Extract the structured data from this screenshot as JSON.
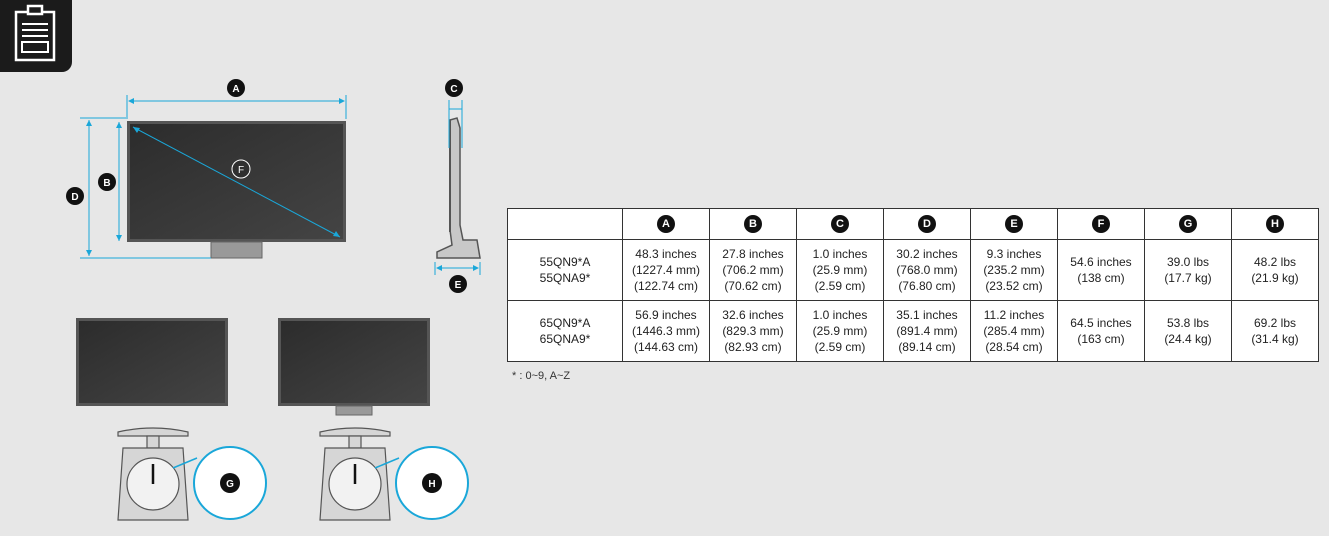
{
  "diagram": {
    "labels": {
      "a": "A",
      "b": "B",
      "c": "C",
      "d": "D",
      "e": "E",
      "f": "F",
      "g": "G",
      "h": "H"
    }
  },
  "table": {
    "headers": [
      "A",
      "B",
      "C",
      "D",
      "E",
      "F",
      "G",
      "H"
    ],
    "rows": [
      {
        "models": [
          "55QN9*A",
          "55QNA9*"
        ],
        "cells": [
          [
            "48.3 inches",
            "(1227.4 mm)",
            "(122.74 cm)"
          ],
          [
            "27.8 inches",
            "(706.2 mm)",
            "(70.62 cm)"
          ],
          [
            "1.0 inches",
            "(25.9 mm)",
            "(2.59 cm)"
          ],
          [
            "30.2 inches",
            "(768.0 mm)",
            "(76.80 cm)"
          ],
          [
            "9.3 inches",
            "(235.2 mm)",
            "(23.52 cm)"
          ],
          [
            "54.6 inches",
            "(138 cm)"
          ],
          [
            "39.0 lbs",
            "(17.7 kg)"
          ],
          [
            "48.2 lbs",
            "(21.9 kg)"
          ]
        ]
      },
      {
        "models": [
          "65QN9*A",
          "65QNA9*"
        ],
        "cells": [
          [
            "56.9 inches",
            "(1446.3 mm)",
            "(144.63 cm)"
          ],
          [
            "32.6 inches",
            "(829.3 mm)",
            "(82.93 cm)"
          ],
          [
            "1.0 inches",
            "(25.9 mm)",
            "(2.59 cm)"
          ],
          [
            "35.1 inches",
            "(891.4 mm)",
            "(89.14 cm)"
          ],
          [
            "11.2 inches",
            "(285.4 mm)",
            "(28.54 cm)"
          ],
          [
            "64.5 inches",
            "(163 cm)"
          ],
          [
            "53.8 lbs",
            "(24.4 kg)"
          ],
          [
            "69.2 lbs",
            "(31.4 kg)"
          ]
        ]
      }
    ]
  },
  "footnote": "* : 0~9, A~Z",
  "colors": {
    "accent": "#1aa7d9",
    "badge": "#111111",
    "background": "#e7e7e7"
  }
}
